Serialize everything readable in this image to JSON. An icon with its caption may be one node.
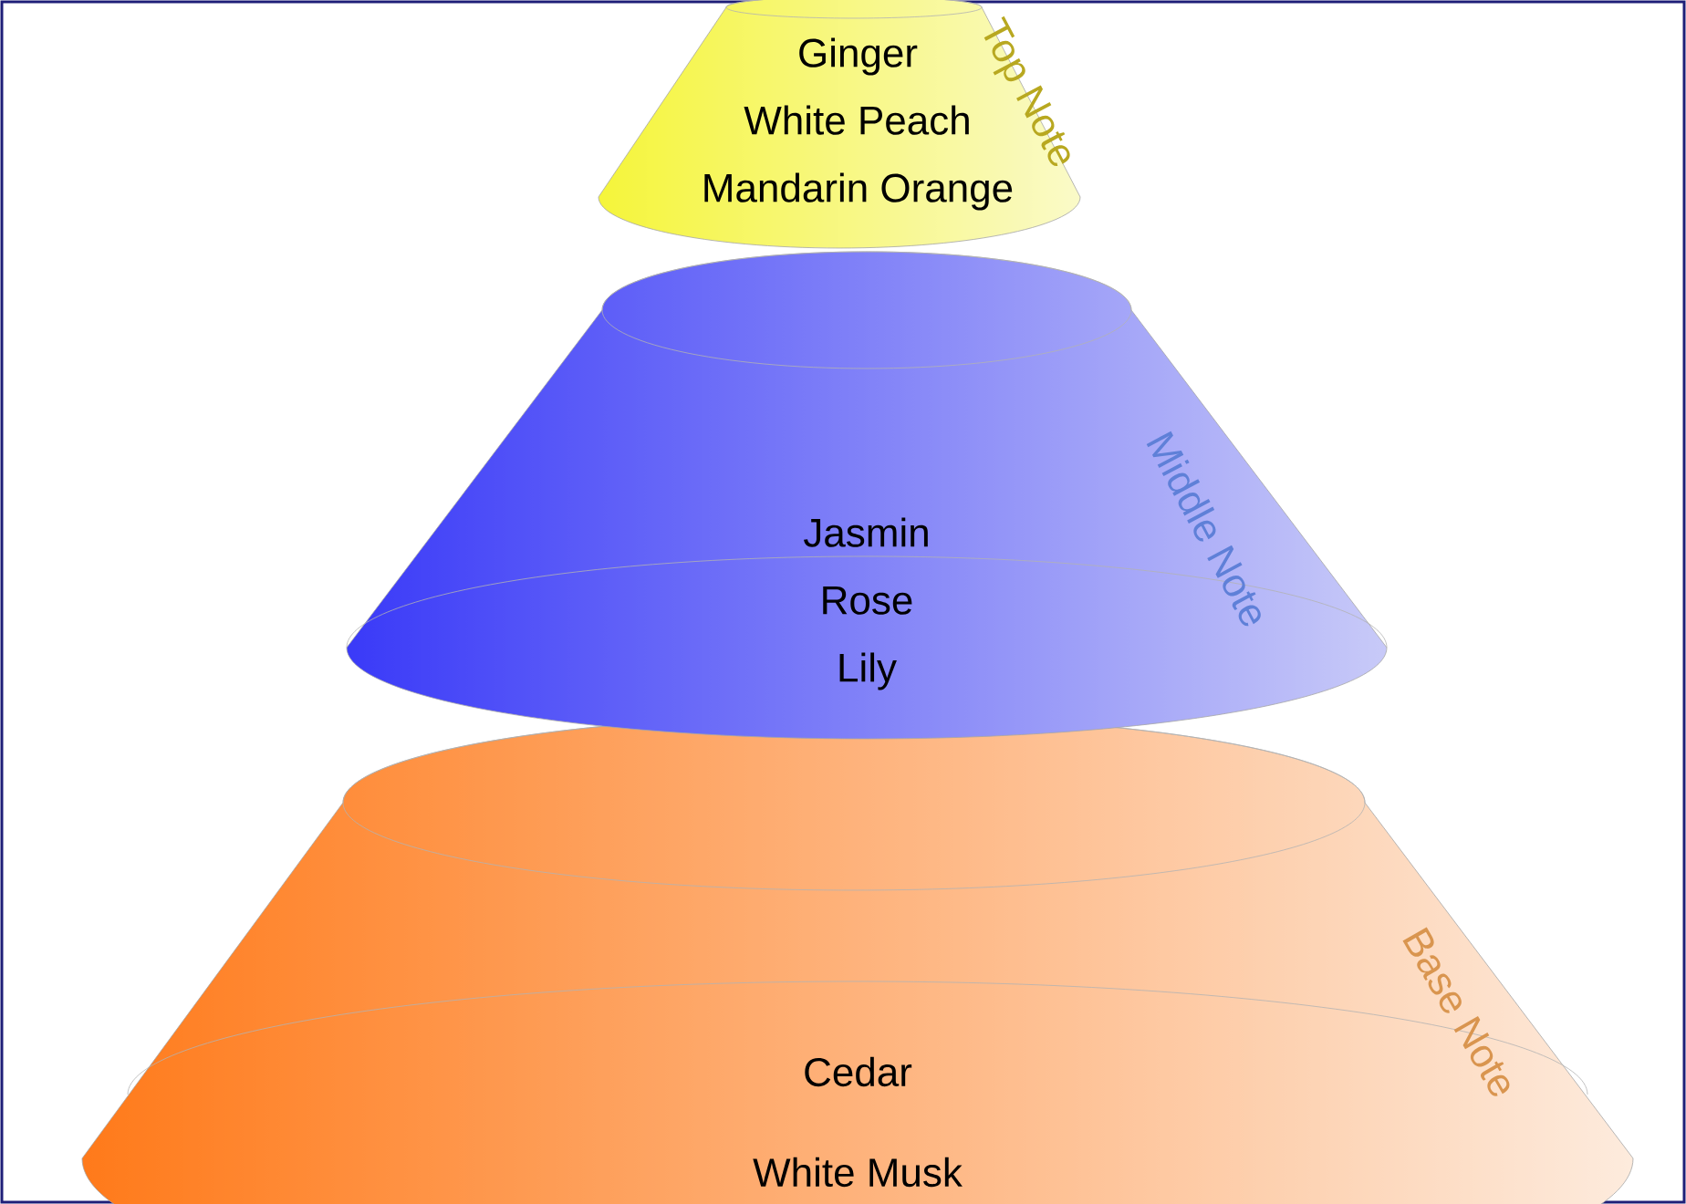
{
  "diagram": {
    "nodes": [
      {
        "text": [
          "Cedar",
          "White Musk",
          "Base Note"
        ]
      },
      {
        "text": [
          "Jasmin",
          "Rose",
          "Lily",
          "Middle Note"
        ]
      },
      {
        "text": [
          "Ginger",
          "White Peach",
          "Mandarin Orange",
          "Top Note"
        ]
      }
    ]
  }
}
